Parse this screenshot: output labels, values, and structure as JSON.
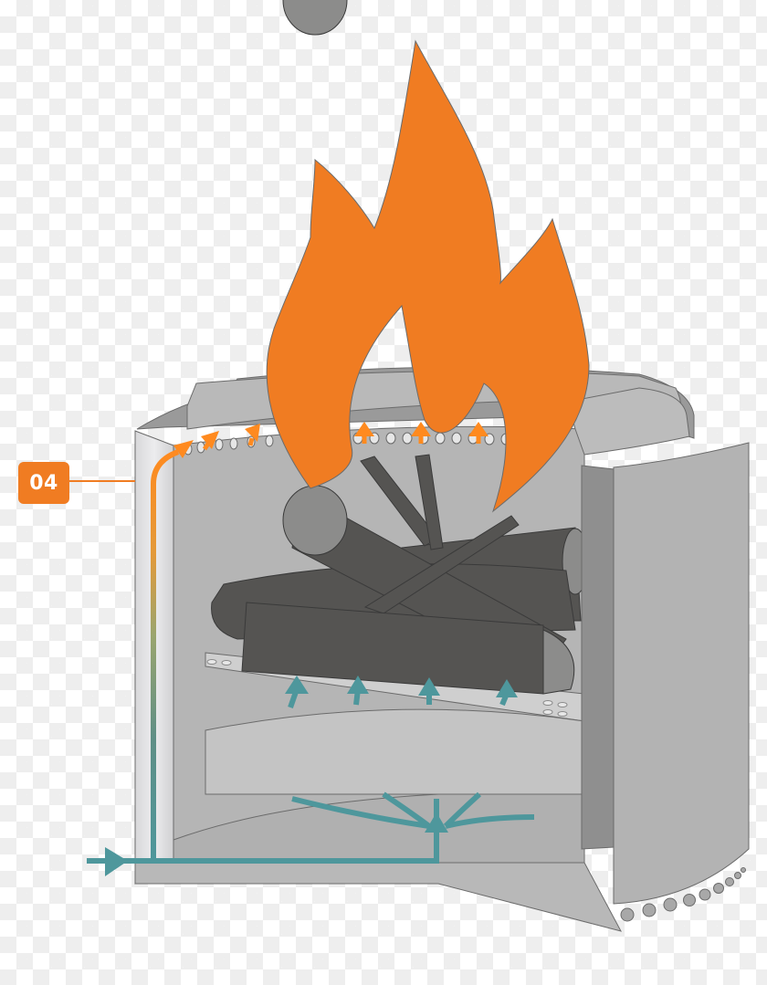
{
  "diagram": {
    "subject": "smokeless fire pit cutaway airflow diagram",
    "callout": {
      "label": "04",
      "color": "#f07c22"
    },
    "colors": {
      "flame": "#f07c22",
      "flame_outline": "#6b6b6b",
      "steel_light": "#c4c4c4",
      "steel_mid": "#b3b3b3",
      "steel_dark": "#8f8f8f",
      "inner_wall": "#e2e2e4",
      "logs": "#555452",
      "log_ends": "#8c8c8b",
      "airflow_cold": "#4e979c",
      "airflow_hot": "#ff8a1f"
    },
    "elements": [
      "flame",
      "outer-shell",
      "inner-burn-chamber",
      "top-rim-with-vent-holes",
      "logs",
      "perforated-base-plate",
      "ash-pan",
      "bottom-vent-holes",
      "airflow-arrows-primary",
      "airflow-arrows-secondary"
    ]
  }
}
